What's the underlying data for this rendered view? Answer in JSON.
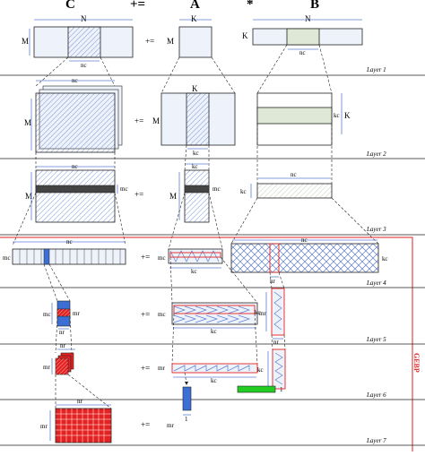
{
  "headers": {
    "c": "C",
    "op": "+=",
    "a": "A",
    "star": "*",
    "b": "B"
  },
  "dims": {
    "N": "N",
    "M": "M",
    "K": "K",
    "nc": "nc",
    "kc": "kc",
    "mc": "mc",
    "mr": "mr",
    "nr": "nr",
    "one": "1"
  },
  "ops": {
    "plus_eq": "+="
  },
  "layers": [
    "Layer 1",
    "Layer 2",
    "Layer 3",
    "Layer 4",
    "Layer 5",
    "Layer 6",
    "Layer 7"
  ],
  "gebp_label": "GEBP",
  "colors": {
    "blue_hatch": "#5b7fd0",
    "block_fill": "#eaf0fb",
    "dark_band": "#444444",
    "red": "#e52222",
    "green": "#22cc22",
    "green_panel": "#dfe8d6",
    "gebp_frame": "#dd2222"
  }
}
